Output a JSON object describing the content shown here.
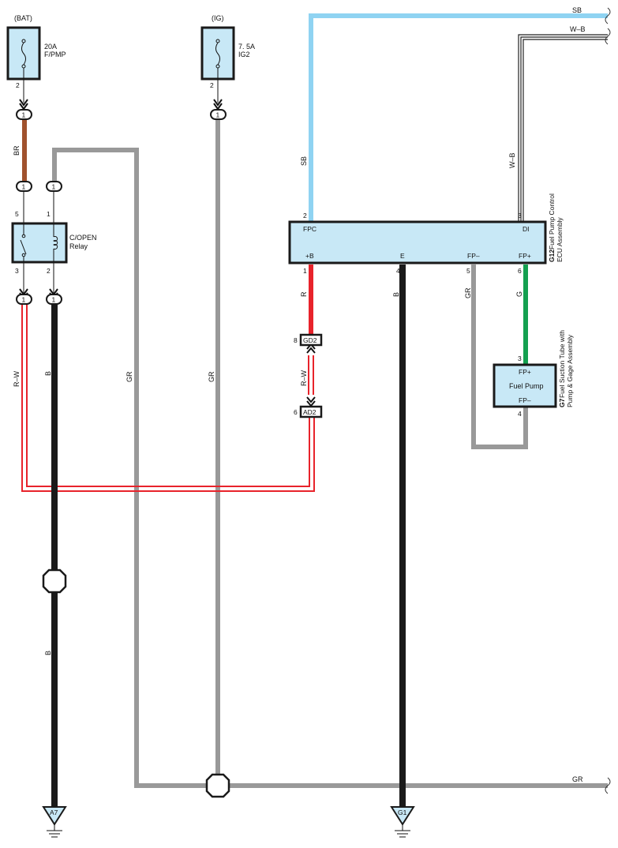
{
  "wires": {
    "sb_top": "SB",
    "wb_top": "W–B",
    "gr_right": "GR",
    "br": "BR",
    "sb_vert": "SB",
    "wb_vert": "W–B",
    "rw_left": "R–W",
    "b_left": "B",
    "gr_a": "GR",
    "gr_b": "GR",
    "r_ecu": "R",
    "rw_mid": "R–W",
    "b_ecu": "B",
    "gr_ecu": "GR",
    "g_ecu": "G",
    "b_low": "B"
  },
  "fuses": [
    {
      "source": "(BAT)",
      "rating": "20A",
      "name": "F/PMP",
      "pin": "2"
    },
    {
      "source": "(IG)",
      "rating": "7. 5A",
      "name": "IG2",
      "pin": "2"
    }
  ],
  "connectors": {
    "c1": "1",
    "c2": "1",
    "c3": "1",
    "c4": "1",
    "c5": "1",
    "c6": "1",
    "gd2": "GD2",
    "gd2_pin": "8",
    "ad2": "AD2",
    "ad2_pin": "6"
  },
  "relay": {
    "name_line1": "C/OPEN",
    "name_line2": "Relay",
    "pin5": "5",
    "pin1": "1",
    "pin3": "3",
    "pin2": "2"
  },
  "ecu": {
    "code": "G12",
    "name_line1": "Fuel Pump Control",
    "name_line2": "ECU Assembly",
    "fpc": "FPC",
    "di": "DI",
    "plusb": "+B",
    "e": "E",
    "fpminus": "FP–",
    "fpplus": "FP+",
    "pin_fpc": "2",
    "pin_di": "3",
    "pin_plusb": "1",
    "pin_e": "4",
    "pin_fpminus": "5",
    "pin_fpplus": "6"
  },
  "pump": {
    "code": "G7",
    "name_line1": "Fuel Suction Tube with",
    "name_line2": "Pump & Gage Assembly",
    "label": "Fuel Pump",
    "fpplus": "FP+",
    "fpminus": "FP–",
    "pin_top": "3",
    "pin_bottom": "4"
  },
  "grounds": {
    "a7": "A7",
    "g1": "G1"
  },
  "colors": {
    "sb": "#8fd3f2",
    "gr": "#999999",
    "br": "#a0522d",
    "red": "#e8232b",
    "green": "#14a050",
    "black": "#1a1a1a",
    "box_fill": "#c8e8f6",
    "box_stroke": "#1a1a1a"
  }
}
